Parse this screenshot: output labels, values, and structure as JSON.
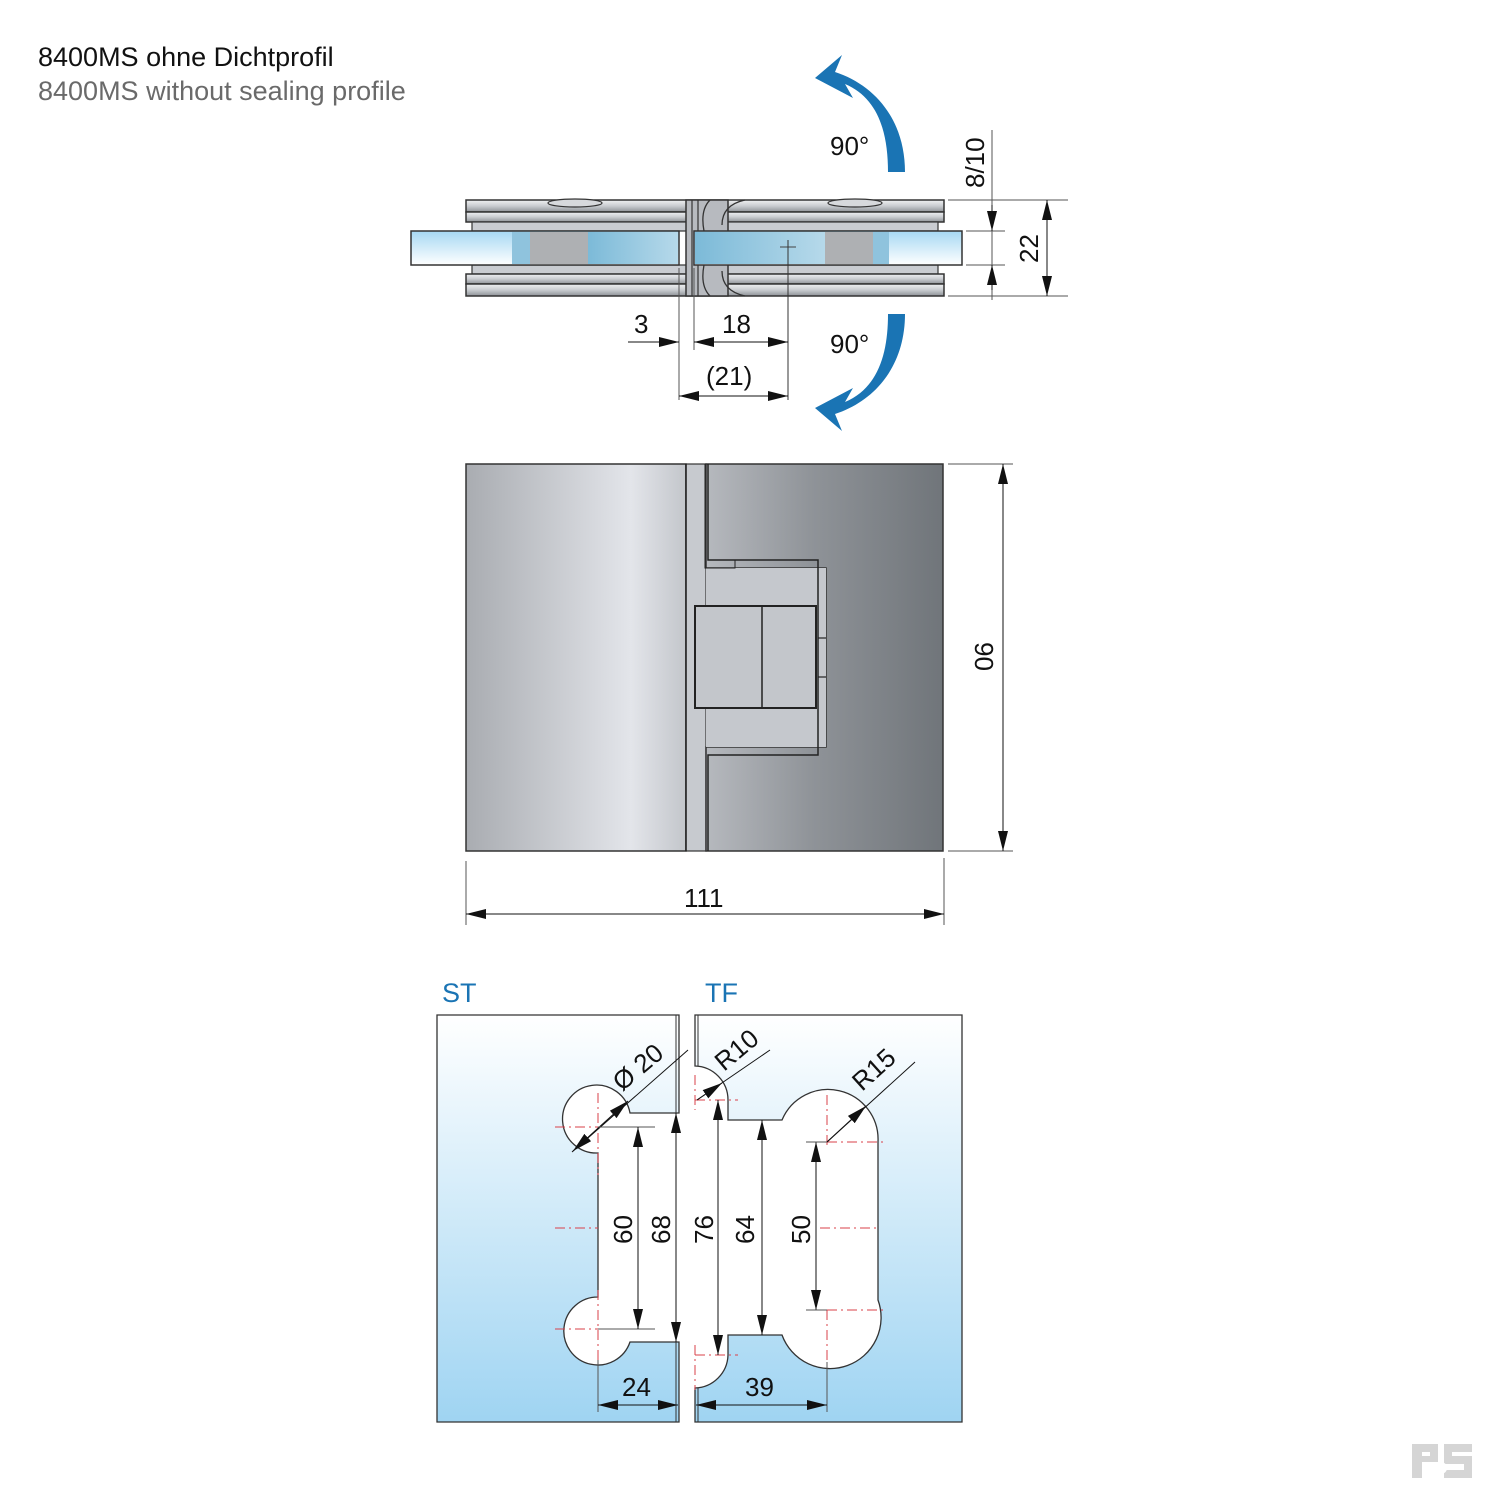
{
  "title": {
    "german": "8400MS ohne Dichtprofil",
    "english": "8400MS without sealing profile"
  },
  "colors": {
    "arrow_blue": "#1a74b4",
    "label_blue": "#1a74b4",
    "centerline_red": "#d9404a",
    "glass_light": "#ffffff",
    "glass_dark": "#9fd4f2",
    "metal_light": "#e6e8ec",
    "metal_dark": "#6f7378"
  },
  "top_view": {
    "rotation_up_label": "90°",
    "rotation_down_label": "90°",
    "dim_glass_thickness": "8/10",
    "dim_body_depth": "22",
    "dim_gap": "3",
    "dim_axis_offset": "18",
    "dim_total_offset": "(21)"
  },
  "front_view": {
    "dim_height": "90",
    "dim_width": "111"
  },
  "cutout_view": {
    "left_panel_label": "ST",
    "right_panel_label": "TF",
    "dim_hole_diameter": "Ø 20",
    "dim_radius_small": "R10",
    "dim_radius_large": "R15",
    "dim_60": "60",
    "dim_68": "68",
    "dim_76": "76",
    "dim_64": "64",
    "dim_50": "50",
    "dim_24": "24",
    "dim_39": "39"
  },
  "logo": {
    "icon": "rs-logo-icon"
  }
}
